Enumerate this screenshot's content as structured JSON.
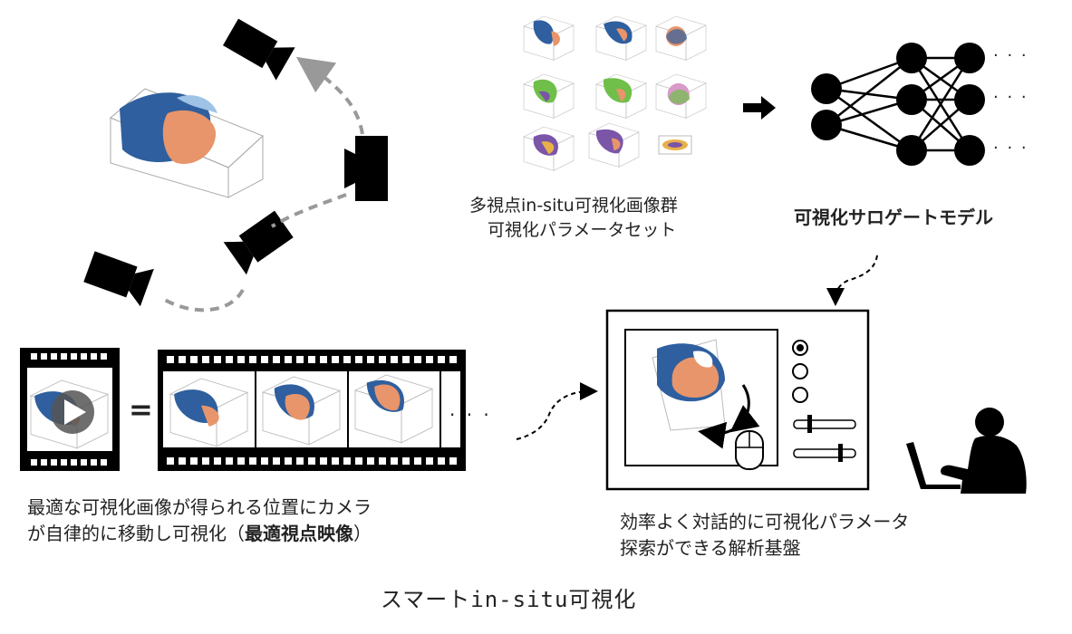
{
  "labels": {
    "multiview_line1": "多視点in-situ可視化画像群",
    "multiview_line2": "可視化パラメータセット",
    "surrogate_model": "可視化サロゲートモデル",
    "left_desc_line1": "最適な可視化画像が得られる位置にカメラ",
    "left_desc_line2_prefix": "が自律的に移動し可視化（",
    "left_desc_line2_bold": "最適視点映像",
    "left_desc_line2_suffix": "）",
    "right_desc_line1": "効率よく対話的に可視化パラメータ",
    "right_desc_line2": "探索ができる解析基盤",
    "equals": "=",
    "film_ellipsis": "· · ·",
    "nn_ellipsis": "· · ·",
    "caption": "スマートin-situ可視化"
  },
  "icons": {
    "camera": "movie-camera-icon",
    "play": "play-icon",
    "arrow_right": "arrow-right-icon",
    "user": "person-at-laptop-icon",
    "mouse": "mouse-icon"
  },
  "colors": {
    "primary": "#000000",
    "dash": "#999999",
    "viz_blue": "#2f5f9e",
    "viz_orange": "#e8956b",
    "viz_green": "#6fbf4a",
    "viz_purple": "#7a55a8"
  },
  "gui": {
    "radio_selected_index": 0,
    "radio_count": 3,
    "slider_values": [
      0.25,
      0.75
    ]
  },
  "network": {
    "layers": [
      2,
      3,
      3
    ]
  }
}
